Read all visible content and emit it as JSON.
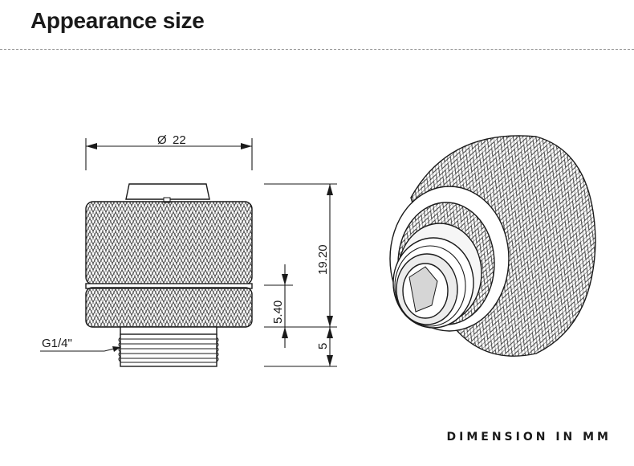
{
  "title": "Appearance size",
  "dimensions": {
    "diameter_symbol": "Ø",
    "diameter_value": "22",
    "total_height": "19.20",
    "band_height": "5.40",
    "thread_height": "5",
    "thread_spec": "G1/4\""
  },
  "note": "DIMENSION IN MM",
  "colors": {
    "line": "#1a1a1a",
    "divider": "#9a9a9a",
    "knurl": "#333333"
  }
}
